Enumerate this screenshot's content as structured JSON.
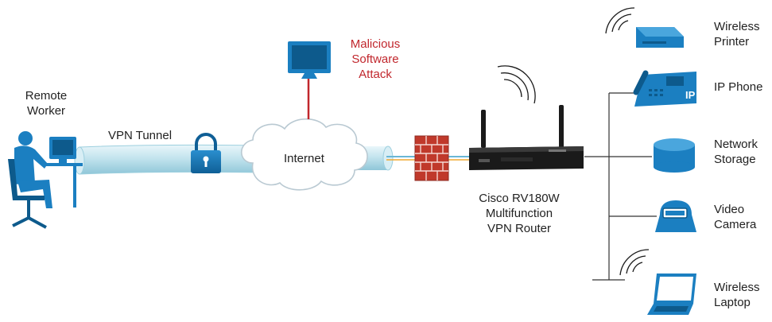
{
  "labels": {
    "remote_worker": "Remote\nWorker",
    "vpn_tunnel": "VPN Tunnel",
    "internet": "Internet",
    "malicious_attack": "Malicious\nSoftware\nAttack",
    "router": "Cisco RV180W\nMultifunction\nVPN Router",
    "wireless_printer": "Wireless\nPrinter",
    "ip_phone": "IP Phone",
    "network_storage": "Network\nStorage",
    "video_camera": "Video\nCamera",
    "wireless_laptop": "Wireless\nLaptop",
    "phone_badge": "IP"
  },
  "colors": {
    "device_blue": "#1b7fc1",
    "device_dark": "#0d5a8c",
    "tunnel": "#bfe3ee",
    "attack_red": "#c1272d",
    "firewall": "#c0392b",
    "router_body": "#1a1a1a"
  },
  "icons": [
    "person-at-computer-icon",
    "lock-icon",
    "cloud-icon",
    "monitor-icon",
    "firewall-icon",
    "router-icon",
    "wifi-icon",
    "printer-icon",
    "phone-icon",
    "storage-icon",
    "camera-icon",
    "laptop-icon"
  ]
}
